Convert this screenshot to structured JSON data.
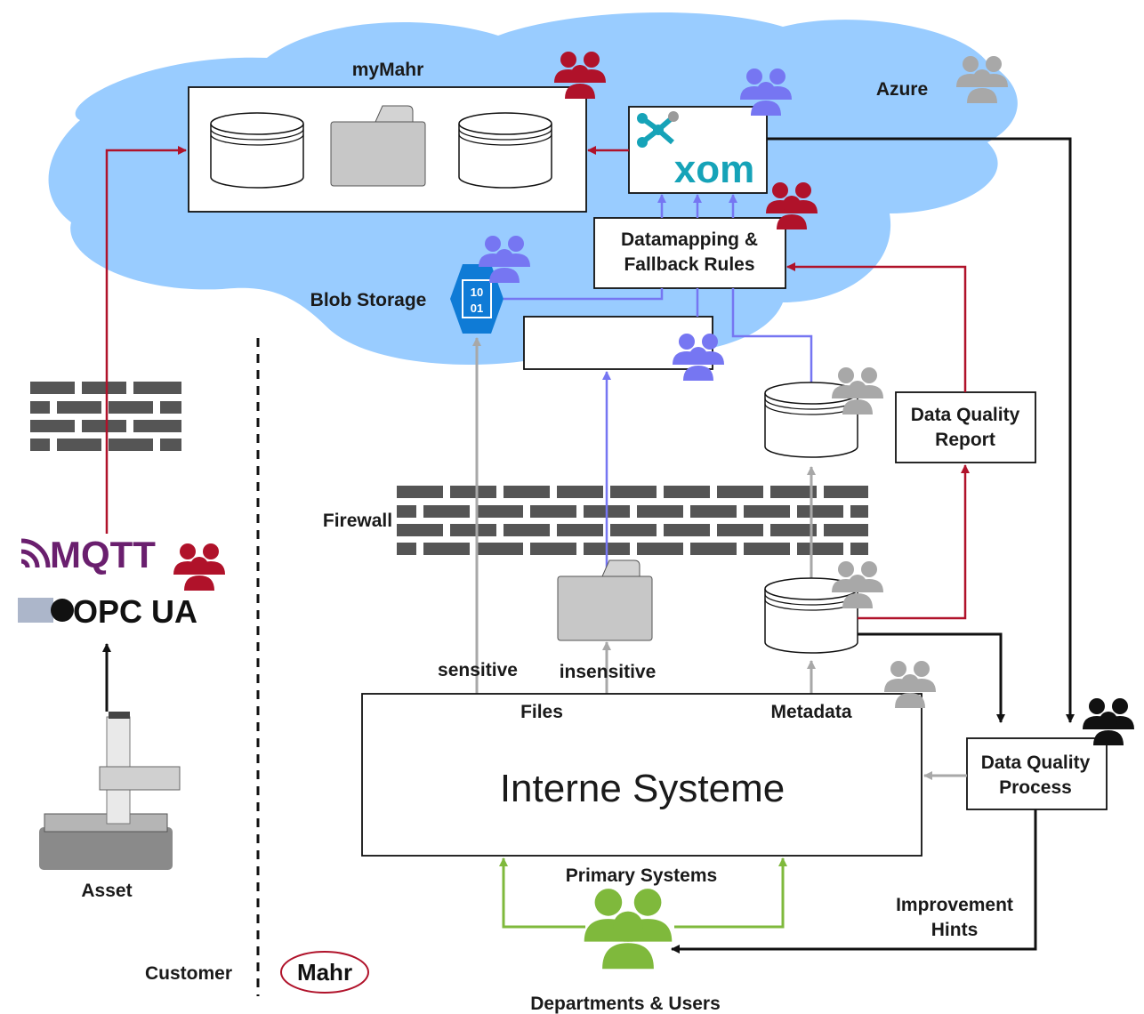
{
  "labels": {
    "mymahr": "myMahr",
    "azure": "Azure",
    "xom": "xom",
    "datamapping_line1": "Datamapping &",
    "datamapping_line2": "Fallback Rules",
    "blob_storage": "Blob Storage",
    "blob_icon_line1": "10",
    "blob_icon_line2": "01",
    "firewall": "Firewall",
    "data_quality_report_line1": "Data Quality",
    "data_quality_report_line2": "Report",
    "sensitive": "sensitive",
    "insensitive": "insensitive",
    "files": "Files",
    "metadata": "Metadata",
    "interne_systeme": "Interne Systeme",
    "data_quality_process_line1": "Data Quality",
    "data_quality_process_line2": "Process",
    "primary_systems": "Primary Systems",
    "improvement_hints_line1": "Improvement",
    "improvement_hints_line2": "Hints",
    "departments_users": "Departments & Users",
    "mqtt": "MQTT",
    "opc_ua": "OPC UA",
    "asset": "Asset",
    "customer": "Customer",
    "mahr_logo": "Mahr"
  },
  "colors": {
    "cloud": "#99ccff",
    "red": "#b0122a",
    "blue": "#7676f2",
    "gray": "#a8a8a8",
    "green": "#7fb93c",
    "black": "#111111",
    "mqtt_purple": "#6a1f6e",
    "blob_blue": "#0f7bd6",
    "xom_teal": "#16a3b8"
  },
  "icons": {
    "people_groups": [
      "people-red",
      "people-blue",
      "people-gray",
      "people-black",
      "people-green"
    ],
    "firewall": "brick-wall-icon",
    "database": "database-icon",
    "folder": "folder-icon",
    "blob": "blob-storage-icon",
    "xom_logo": "xom-logo-icon",
    "asset": "measuring-machine-icon"
  }
}
